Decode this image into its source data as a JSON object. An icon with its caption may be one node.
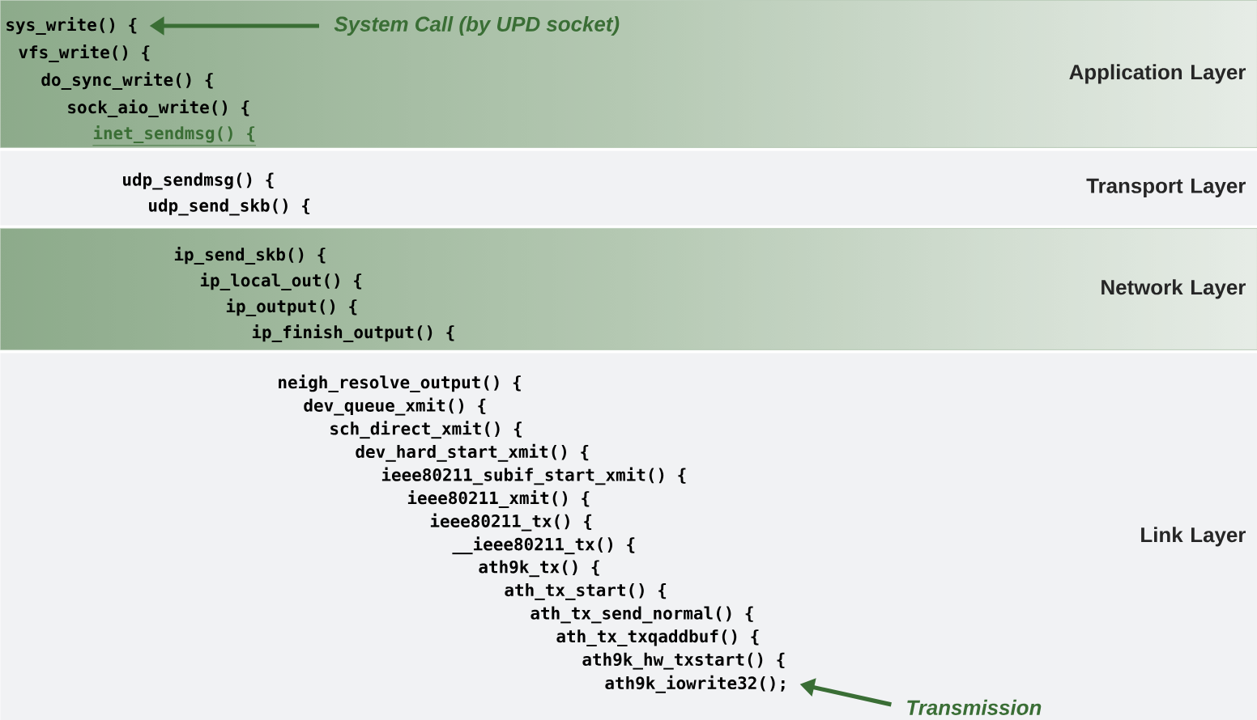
{
  "diagram": {
    "nodes": [
      {
        "text": [
          "Application Layer"
        ]
      },
      {
        "text": [
          "sys_write() {"
        ],
        "in": 0
      },
      {
        "text": [
          "vfs_write() {"
        ],
        "in": 0
      },
      {
        "text": [
          "do_sync_write() {"
        ],
        "in": 0
      },
      {
        "text": [
          "sock_aio_write() {"
        ],
        "in": 0
      },
      {
        "text": [
          "inet_sendmsg() {"
        ],
        "in": 0
      },
      {
        "text": [
          "Transport Layer"
        ]
      },
      {
        "text": [
          "udp_sendmsg() {"
        ],
        "in": 6
      },
      {
        "text": [
          "udp_send_skb() {"
        ],
        "in": 6
      },
      {
        "text": [
          "Network Layer"
        ]
      },
      {
        "text": [
          "ip_send_skb() {"
        ],
        "in": 9
      },
      {
        "text": [
          "ip_local_out() {"
        ],
        "in": 9
      },
      {
        "text": [
          "ip_output() {"
        ],
        "in": 9
      },
      {
        "text": [
          "ip_finish_output() {"
        ],
        "in": 9
      },
      {
        "text": [
          "Link Layer"
        ]
      },
      {
        "text": [
          "neigh_resolve_output() {"
        ],
        "in": 14
      },
      {
        "text": [
          "dev_queue_xmit() {"
        ],
        "in": 14
      },
      {
        "text": [
          "sch_direct_xmit() {"
        ],
        "in": 14
      },
      {
        "text": [
          "dev_hard_start_xmit() {"
        ],
        "in": 14
      },
      {
        "text": [
          "ieee80211_subif_start_xmit() {"
        ],
        "in": 14
      },
      {
        "text": [
          "ieee80211_xmit() {"
        ],
        "in": 14
      },
      {
        "text": [
          "ieee80211_tx() {"
        ],
        "in": 14
      },
      {
        "text": [
          "__ieee80211_tx() {"
        ],
        "in": 14
      },
      {
        "text": [
          "ath9k_tx() {"
        ],
        "in": 14
      },
      {
        "text": [
          "ath_tx_start() {"
        ],
        "in": 14
      },
      {
        "text": [
          "ath_tx_send_normal() {"
        ],
        "in": 14
      },
      {
        "text": [
          "ath_tx_txqaddbuf() {"
        ],
        "in": 14
      },
      {
        "text": [
          "ath9k_hw_txstart() {"
        ],
        "in": 14
      },
      {
        "text": [
          "ath9k_iowrite32();"
        ],
        "in": 14
      },
      {
        "text": [
          "System Call (by UPD socket)"
        ],
        "in": 0
      },
      {
        "text": [
          "Transmission"
        ],
        "in": 14
      }
    ],
    "edges": [
      {
        "from": 29,
        "to": 1,
        "arrow": "to"
      },
      {
        "from": 30,
        "to": 28,
        "arrow": "to"
      }
    ]
  }
}
